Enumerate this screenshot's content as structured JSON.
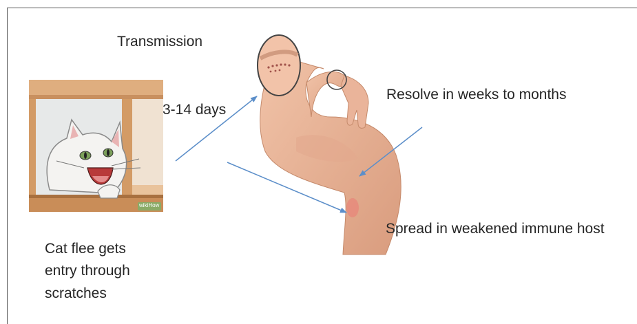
{
  "labels": {
    "transmission": "Transmission",
    "incubation": "3-14 days",
    "resolve": "Resolve in weeks to months",
    "spread": "Spread in weakened immune host",
    "entry": [
      "Cat flee gets",
      "entry through",
      "scratches"
    ]
  },
  "image": {
    "watermark": "wikiHow"
  },
  "colors": {
    "arrow": "#5b8ec9",
    "skin": "#e8b196",
    "wood": "#e3b98d"
  }
}
